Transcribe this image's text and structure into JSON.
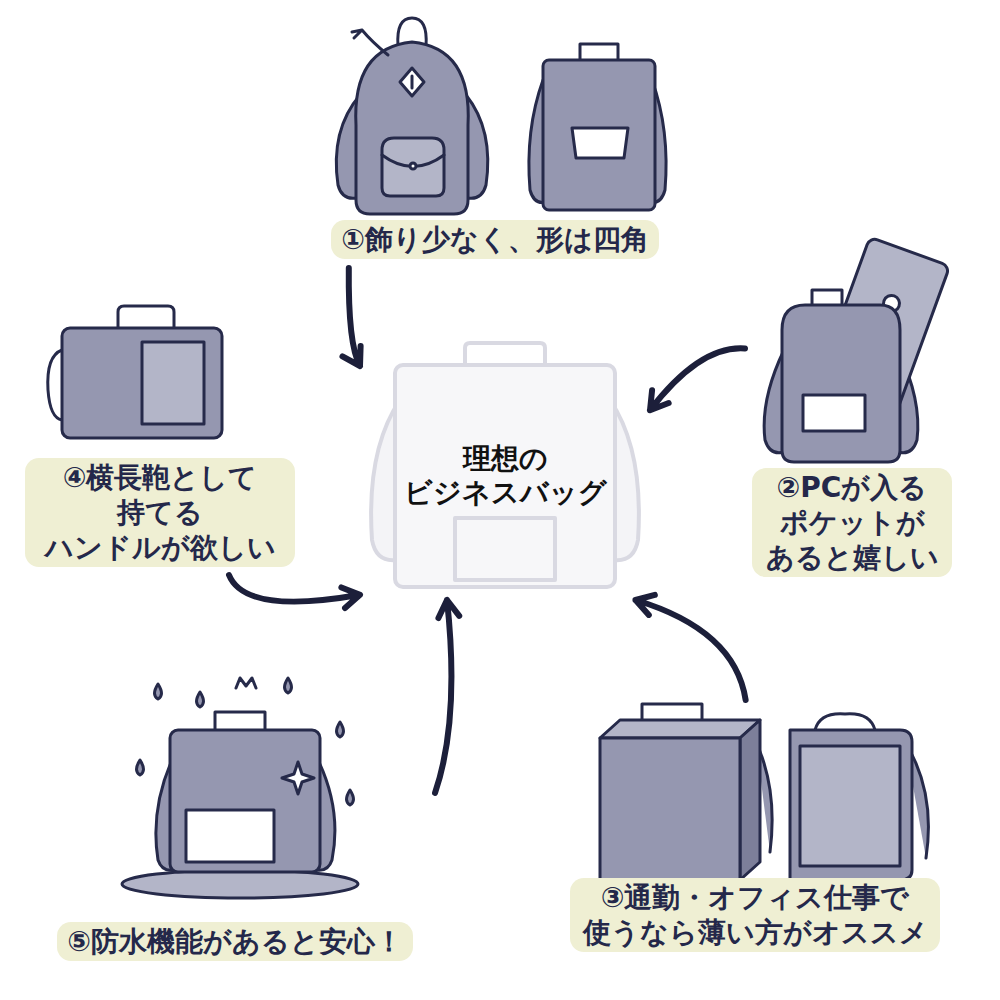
{
  "diagram": {
    "nodes": [
      {
        "text": [
          "①飾り少なく、形は四角"
        ]
      },
      {
        "text": [
          "④横長鞄として 持てる ハンドルが欲しい"
        ]
      },
      {
        "text": [
          "理想の ビジネスバッグ"
        ]
      },
      {
        "text": [
          "②PCが入る ポケットが あると嬉しい"
        ]
      },
      {
        "text": [
          "⑤防水機能があると安心！"
        ]
      },
      {
        "text": [
          "③通勤・オフィス仕事で 使うなら薄い方がオススメ"
        ]
      }
    ],
    "edges": [
      {
        "from": 0,
        "to": 2,
        "arrow": "to"
      },
      {
        "from": 1,
        "to": 2,
        "arrow": "to"
      },
      {
        "from": 3,
        "to": 2,
        "arrow": "to"
      },
      {
        "from": 4,
        "to": 2,
        "arrow": "to"
      },
      {
        "from": 5,
        "to": 2,
        "arrow": "to"
      }
    ]
  }
}
